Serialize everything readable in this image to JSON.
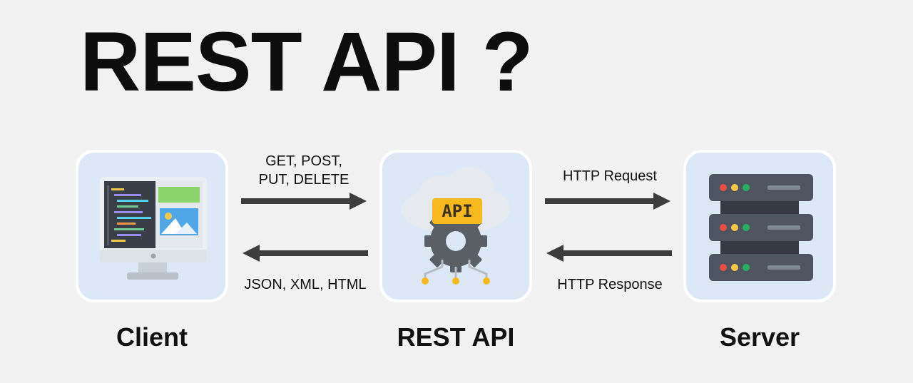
{
  "title": "REST API ?",
  "nodes": {
    "client": "Client",
    "rest_api": "REST API",
    "server": "Server"
  },
  "flows": {
    "client_to_api_line1": "GET, POST,",
    "client_to_api_line2": "PUT, DELETE",
    "api_to_client": "JSON, XML, HTML",
    "api_to_server": "HTTP Request",
    "server_to_api": "HTTP Response"
  },
  "api_badge": "API",
  "icons": {
    "client": "monitor-code-icon",
    "rest_api": "cloud-gear-api-icon",
    "server": "server-rack-icon"
  },
  "colors": {
    "arrow": "#3d3d3d",
    "card_bg": "#dce8f5",
    "badge": "#f7b91e",
    "server_rack": "#4e5561"
  }
}
